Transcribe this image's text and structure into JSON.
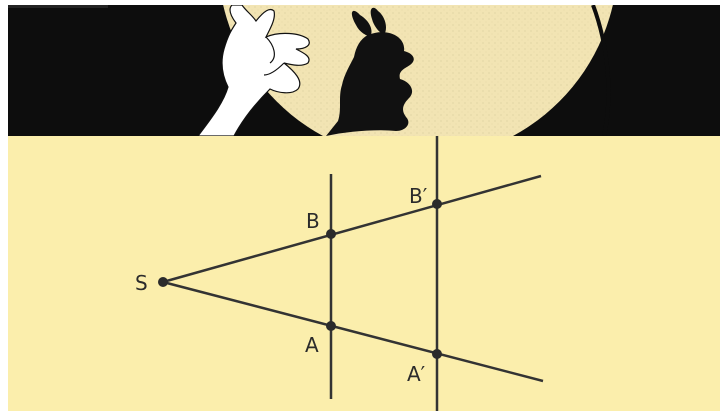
{
  "illustration": {
    "description_icons": [
      "moon-disc",
      "hand-shadow-puppet",
      "rabbit-shadow"
    ],
    "colors": {
      "background": "#0d0d0d",
      "moon": "#f2e4b3",
      "hand": "#ffffff",
      "shadow": "#111111"
    }
  },
  "diagram": {
    "colors": {
      "background": "#fbeeac",
      "line": "#333333",
      "point": "#2b2b2b"
    },
    "labels": {
      "S": "S",
      "B": "B",
      "A": "A",
      "B_prime": "B′",
      "A_prime": "A′"
    }
  }
}
